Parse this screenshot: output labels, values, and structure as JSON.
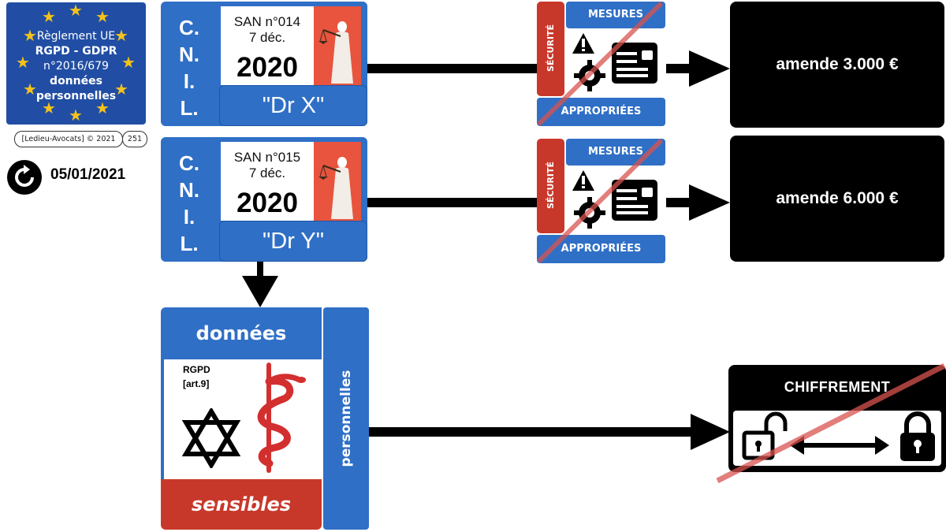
{
  "badge": {
    "line1": "Règlement UE",
    "line2": "RGPD - GDPR",
    "line3": "n°2016/679",
    "line4": "données",
    "line5": "personnelles"
  },
  "credit": "[Ledieu-Avocats] © 2021",
  "page_number": "251",
  "update_date": "05/01/2021",
  "decisions": [
    {
      "cnil": [
        "C.",
        "N.",
        "I.",
        "L."
      ],
      "san_line1": "SAN n°014",
      "san_line2": "7 déc.",
      "year": "2020",
      "target": "\"Dr X\"",
      "fine": "amende 3.000 €"
    },
    {
      "cnil": [
        "C.",
        "N.",
        "I.",
        "L."
      ],
      "san_line1": "SAN n°015",
      "san_line2": "7 déc.",
      "year": "2020",
      "target": "\"Dr Y\"",
      "fine": "amende 6.000 €"
    }
  ],
  "measures": {
    "top": "MESURES",
    "side": "SÉCURITÉ",
    "bottom": "APPROPRIÉES"
  },
  "data_box": {
    "header": "données",
    "rgpd_line1": "RGPD",
    "rgpd_line2": "[art.9]",
    "footer": "sensibles",
    "side": "personnelles"
  },
  "encryption": {
    "title": "CHIFFREMENT"
  },
  "colors": {
    "blue": "#2f6fc6",
    "red": "#c8382a",
    "black": "#000000",
    "star": "#f4c21a"
  }
}
